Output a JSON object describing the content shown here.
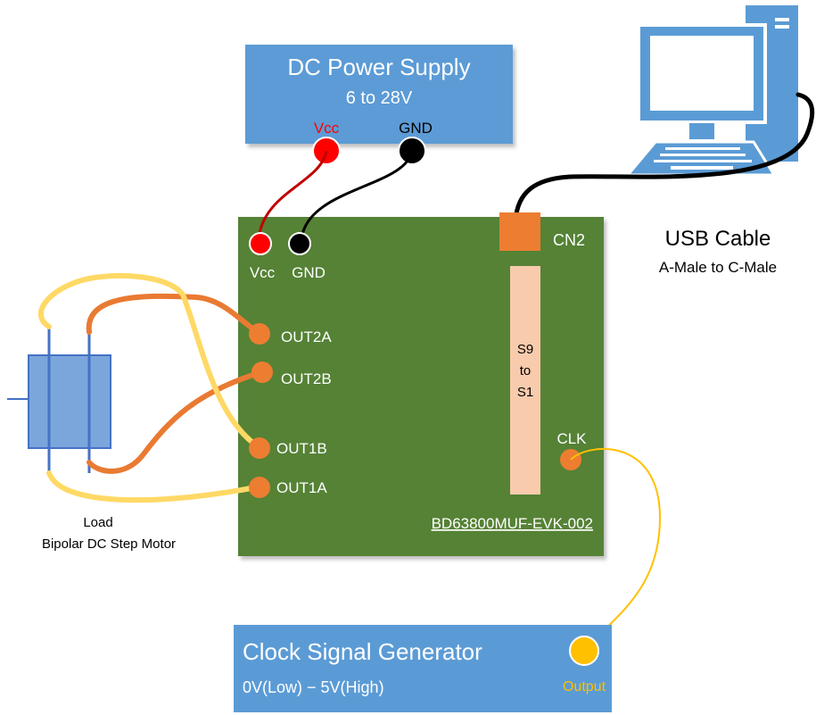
{
  "power_supply": {
    "title": "DC Power Supply",
    "voltage": "6 to 28V",
    "vcc_label": "Vcc",
    "gnd_label": "GND"
  },
  "board": {
    "vcc_label": "Vcc",
    "gnd_label": "GND",
    "connector_label": "CN2",
    "out2a": "OUT2A",
    "out2b": "OUT2B",
    "out1b": "OUT1B",
    "out1a": "OUT1A",
    "switch_line1": "S9",
    "switch_line2": "to",
    "switch_line3": "S1",
    "clk_label": "CLK",
    "name": "BD63800MUF-EVK-002"
  },
  "usb": {
    "title": "USB Cable",
    "subtitle": "A-Male to C-Male"
  },
  "load": {
    "line1": "Load",
    "line2": "Bipolar DC Step Motor"
  },
  "clock": {
    "title": "Clock Signal Generator",
    "range": "0V(Low) − 5V(High)",
    "output_label": "Output"
  },
  "icons": {
    "computer": "desktop-computer-icon",
    "motor": "stepper-motor-icon"
  },
  "colors": {
    "box_blue": "#5b9bd5",
    "board_green": "#548235",
    "connector_orange": "#ed7d31",
    "switch_fill": "#f8cbad",
    "vcc_red": "#ff0000",
    "wire_orange": "#e97a32",
    "wire_yellow": "#ffd966",
    "clock_wire": "#ffc000"
  }
}
